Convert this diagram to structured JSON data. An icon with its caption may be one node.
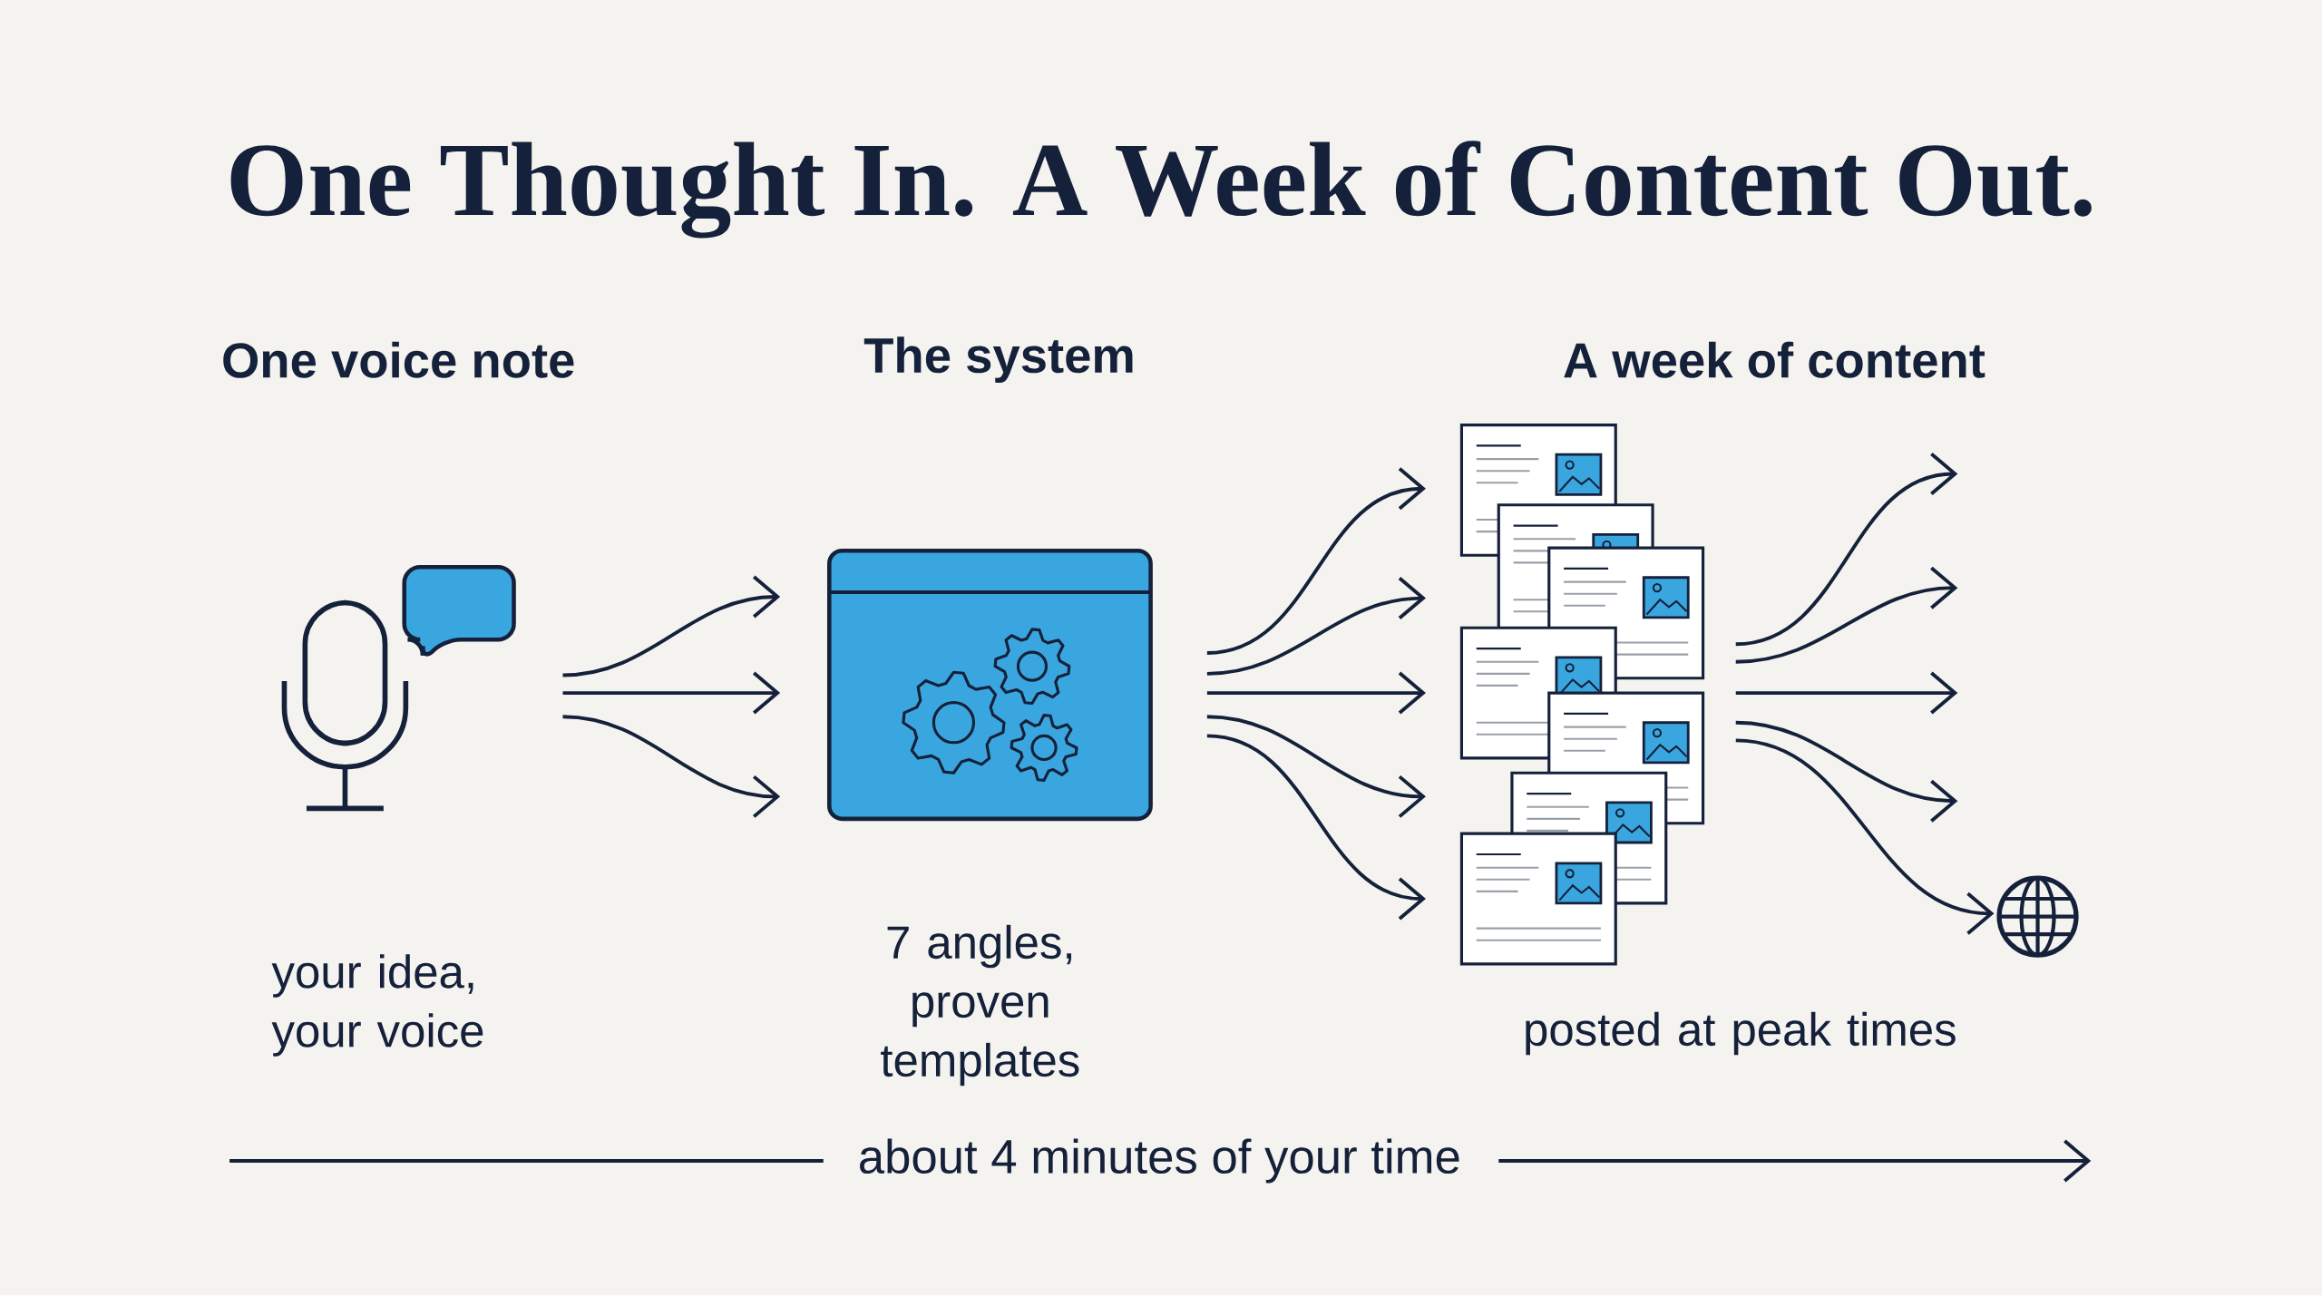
{
  "diagram": {
    "title": "One Thought In. A Week of Content Out.",
    "nodes": [
      {
        "text": [],
        "shape": "microphone",
        "beside": [
          "One voice note",
          "your idea, your voice"
        ]
      },
      {
        "text": [],
        "shape": "window",
        "beside": [
          "The system",
          "7 angles, proven templates"
        ]
      },
      {
        "text": [],
        "shape": "documents",
        "beside": [
          "A week of content",
          "posted at peak times"
        ]
      },
      {
        "text": [],
        "shape": "globe"
      }
    ],
    "edges": [
      {
        "from": 0,
        "to": 1,
        "arrow": "to"
      },
      {
        "from": 0,
        "to": 1,
        "arrow": "to"
      },
      {
        "from": 0,
        "to": 1,
        "arrow": "to"
      },
      {
        "from": 1,
        "to": 2,
        "arrow": "to"
      },
      {
        "from": 1,
        "to": 2,
        "arrow": "to"
      },
      {
        "from": 1,
        "to": 2,
        "arrow": "to"
      },
      {
        "from": 1,
        "to": 2,
        "arrow": "to"
      },
      {
        "from": 1,
        "to": 2,
        "arrow": "to"
      },
      {
        "from": 2,
        "to": null,
        "arrow": "to"
      },
      {
        "from": 2,
        "to": null,
        "arrow": "to"
      },
      {
        "from": 2,
        "to": null,
        "arrow": "to"
      },
      {
        "from": 2,
        "to": null,
        "arrow": "to"
      },
      {
        "from": 2,
        "to": 3,
        "arrow": "to"
      }
    ],
    "labels": [
      "about 4 minutes of your time"
    ]
  }
}
